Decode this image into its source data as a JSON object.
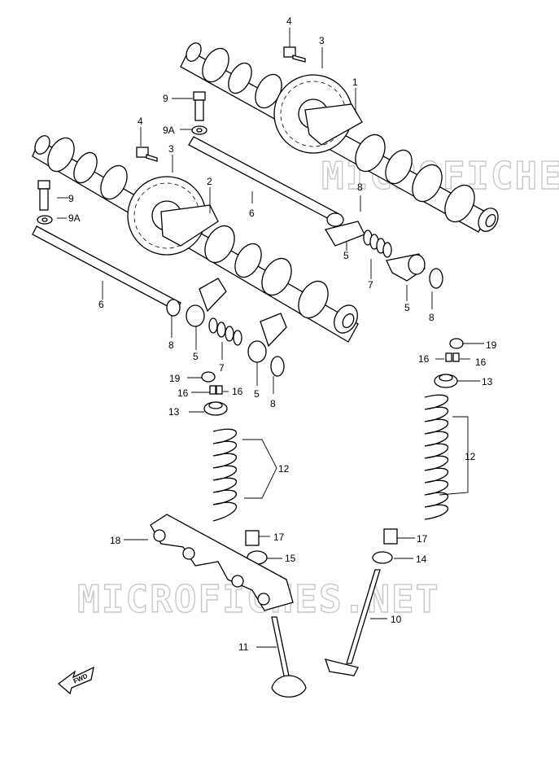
{
  "watermark": {
    "top": "MICROFICHES.NET",
    "bottom": "MICROFICHES.NET"
  },
  "fwd_label": "FWD",
  "labels": {
    "l1": "1",
    "l2": "2",
    "l3a": "3",
    "l3b": "3",
    "l4a": "4",
    "l4b": "4",
    "l5a": "5",
    "l5b": "5",
    "l5c": "5",
    "l5d": "5",
    "l6a": "6",
    "l6b": "6",
    "l7a": "7",
    "l7b": "7",
    "l8a": "8",
    "l8b": "8",
    "l8c": "8",
    "l8d": "8",
    "l9a": "9",
    "l9b": "9",
    "l9Aa": "9A",
    "l9Ab": "9A",
    "l10": "10",
    "l11": "11",
    "l12a": "12",
    "l12b": "12",
    "l13a": "13",
    "l13b": "13",
    "l14": "14",
    "l15": "15",
    "l16a": "16",
    "l16b": "16",
    "l16c": "16",
    "l16d": "16",
    "l17a": "17",
    "l17b": "17",
    "l18": "18",
    "l19a": "19",
    "l19b": "19"
  }
}
